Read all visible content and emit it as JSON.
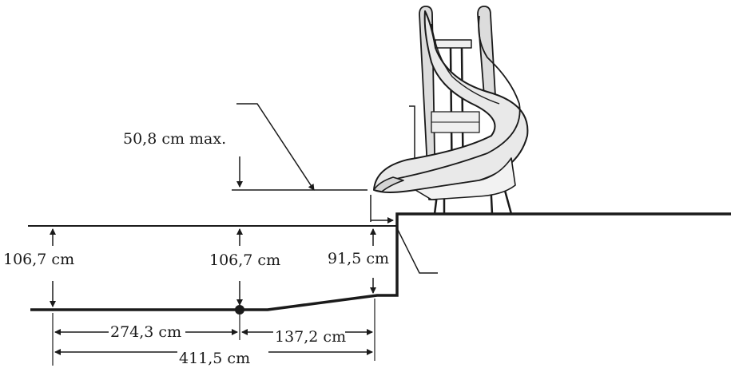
{
  "labels": {
    "max_slide_height": "50,8 cm max.",
    "depth_left": "106,7 cm",
    "depth_middle": "106,7 cm",
    "depth_wall": "91,5 cm",
    "length_first": "274,3 cm",
    "length_second": "137,2 cm",
    "length_total": "411,5 cm"
  },
  "icons": {
    "slide": "water-slide-illustration",
    "arrow": "dimension-arrow"
  },
  "colors": {
    "line": "#1a1a1a",
    "slide_body": "#e9e9e9"
  }
}
